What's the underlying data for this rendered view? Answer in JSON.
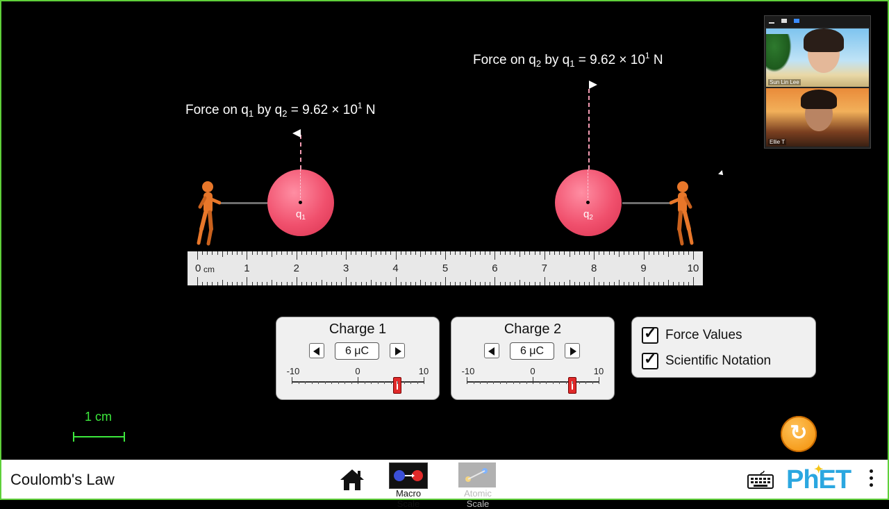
{
  "app": {
    "title": "Coulomb's Law"
  },
  "forces": {
    "q1": {
      "prefix": "Force on q",
      "sub1": "1",
      "mid": " by q",
      "sub2": "2",
      "eq": " = 9.62 × 10",
      "exp": "1",
      "unit": " N"
    },
    "q2": {
      "prefix": "Force on q",
      "sub1": "2",
      "mid": " by q",
      "sub2": "1",
      "eq": " = 9.62 × 10",
      "exp": "1",
      "unit": " N"
    }
  },
  "charges": {
    "q1": {
      "label": "q",
      "sub": "1",
      "position_cm": 2
    },
    "q2": {
      "label": "q",
      "sub": "2",
      "position_cm": 8
    }
  },
  "ruler": {
    "unit": "cm",
    "numbers": [
      "0",
      "1",
      "2",
      "3",
      "4",
      "5",
      "6",
      "7",
      "8",
      "9",
      "10"
    ]
  },
  "charge_controls": [
    {
      "title": "Charge 1",
      "value": "6 μC",
      "min_label": "-10",
      "mid_label": "0",
      "max_label": "10",
      "value_num": 6,
      "min": -10,
      "max": 10
    },
    {
      "title": "Charge 2",
      "value": "6 μC",
      "min_label": "-10",
      "mid_label": "0",
      "max_label": "10",
      "value_num": 6,
      "min": -10,
      "max": 10
    }
  ],
  "options": [
    {
      "label": "Force Values",
      "checked": true
    },
    {
      "label": "Scientific Notation",
      "checked": true
    }
  ],
  "scale_indicator": {
    "label": "1 cm"
  },
  "video": {
    "participants": [
      {
        "name": "Sun Lin Lee"
      },
      {
        "name": "Ellie T"
      }
    ]
  },
  "navbar": {
    "screens": [
      {
        "label": "Macro Scale",
        "selected": true
      },
      {
        "label": "Atomic Scale",
        "selected": false
      }
    ],
    "logo": "PhET"
  },
  "colors": {
    "border": "#5fd03a",
    "charge": "#f0506d",
    "force_arrow": "#f29bb2",
    "scale": "#3ce83c",
    "reset": "#f28b00",
    "phet_blue": "#2ba7e0"
  },
  "icons": [
    "home-icon",
    "keyboard-icon",
    "reset-icon",
    "menu-icon",
    "checkmark-icon",
    "left-arrow-icon",
    "right-arrow-icon"
  ]
}
